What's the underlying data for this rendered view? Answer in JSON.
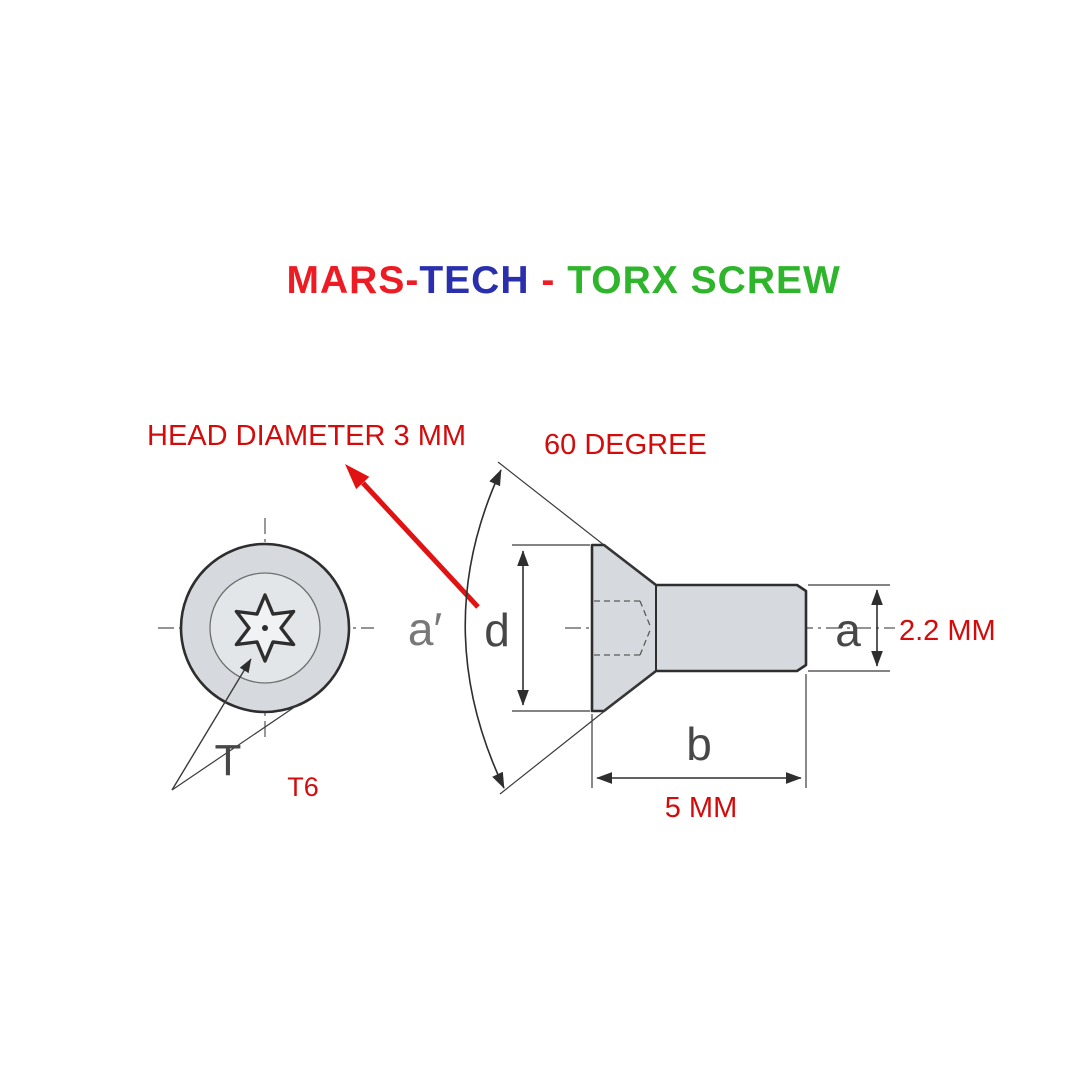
{
  "title": {
    "parts": [
      {
        "text": "MARS-",
        "color": "#ed1c24"
      },
      {
        "text": "TECH",
        "color": "#2a2fae"
      },
      {
        "text": " - ",
        "color": "#ed1c24"
      },
      {
        "text": "TORX SCREW",
        "color": "#2fb52b"
      }
    ]
  },
  "annotations": {
    "head_diameter": "HEAD DIAMETER 3 MM",
    "angle": "60 DEGREE",
    "shank_diameter": "2.2 MM",
    "length": "5 MM",
    "torx_size": "T6"
  },
  "dim_labels": {
    "a_prime": "a′",
    "d": "d",
    "a": "a",
    "b": "b",
    "t": "T"
  },
  "colors": {
    "label_red": "#d30b0b",
    "arrow_red": "#e11212",
    "line": "#2e2e2e",
    "gray_label": "#474747",
    "gray_light_label": "#787878",
    "metal_fill": "#d6dade"
  }
}
